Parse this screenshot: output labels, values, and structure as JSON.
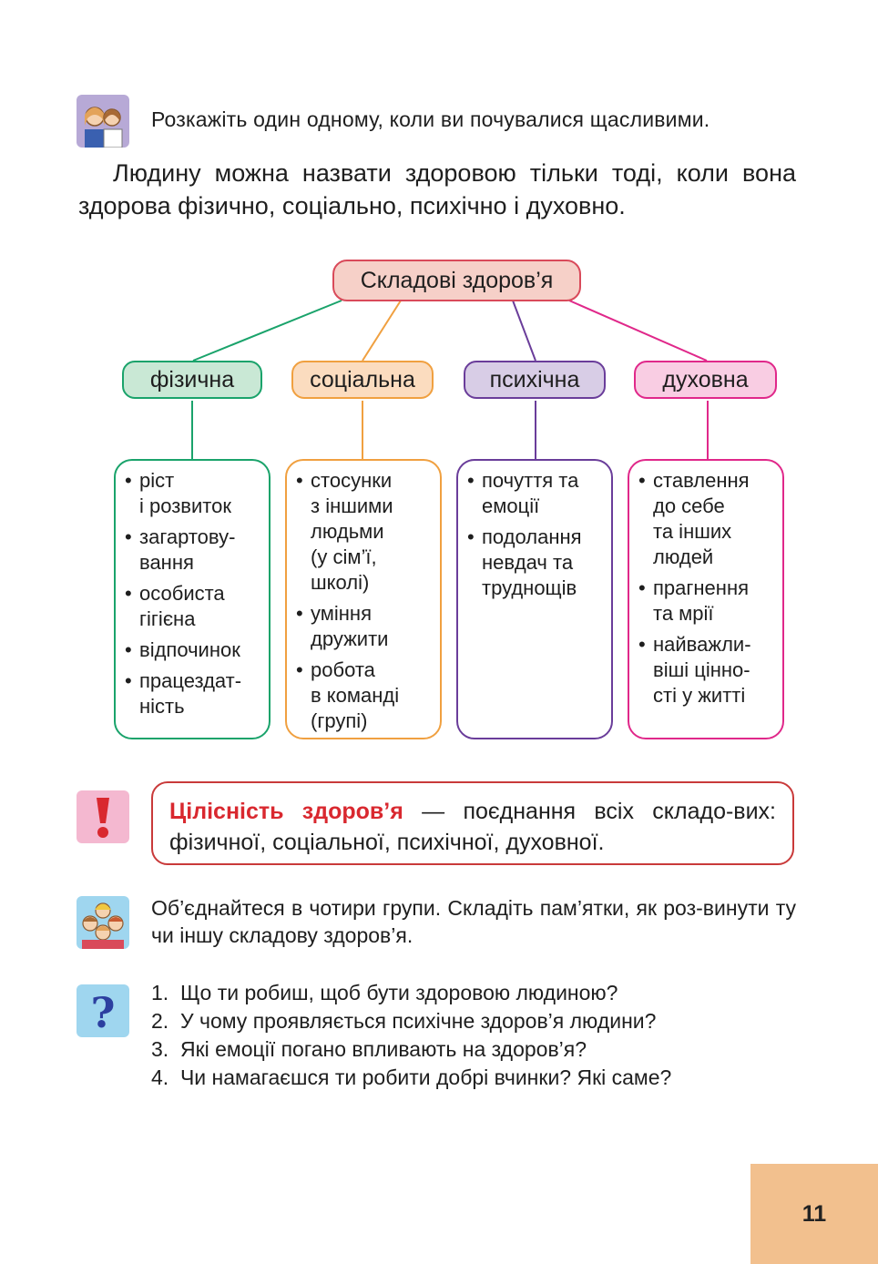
{
  "intro_text": "Розкажіть один одному, коли ви почувалися щасливими.",
  "paragraph": "Людину можна назвати здоровою тільки тоді, коли вона здорова фізично, соціально, психічно і духовно.",
  "diagram": {
    "root": "Складові здоров’я",
    "branches": [
      {
        "label": "фізична",
        "color": "#1aa36b",
        "fill": "#c9e8d5",
        "items": [
          "ріст\nі розвиток",
          "загартову-\nвання",
          "особиста\nгігієна",
          "відпочинок",
          "працездат-\nність"
        ]
      },
      {
        "label": "соціальна",
        "color": "#f0a040",
        "fill": "#fbdcbf",
        "items": [
          "стосунки\nз іншими\nлюдьми\n(у сім’ї,\nшколі)",
          "уміння\nдружити",
          "робота\nв команді\n(групі)"
        ]
      },
      {
        "label": "психічна",
        "color": "#6a3d9a",
        "fill": "#d8cde6",
        "items": [
          "почуття та\nемоції",
          "подолання\nневдач та\nтруднощів"
        ]
      },
      {
        "label": "духовна",
        "color": "#e0288a",
        "fill": "#f9cde3",
        "items": [
          "ставлення\nдо себе\nта інших\nлюдей",
          "прагнення\nта мрії",
          "найважли-\nвіші цінно-\nсті у житті"
        ]
      }
    ],
    "root_color": "#d94a5a",
    "root_fill": "#f6d0c8"
  },
  "definition": {
    "term": "Цілісність здоров’я",
    "text": " — поєднання всіх складо-вих: фізичної, соціальної, психічної, духовної."
  },
  "group_task": "Об’єднайтеся в чотири групи. Складіть пам’ятки, як роз-винути ту чи іншу складову здоров’я.",
  "questions": [
    "1.  Що ти робиш, щоб бути здоровою людиною?",
    "2.  У чому проявляється психічне здоров’я людини?",
    "3.  Які емоції погано впливають на здоров’я?",
    "4.  Чи намагаєшся ти робити добрі вчинки? Які саме?"
  ],
  "page_number": "11",
  "icons": [
    "pair-talk-icon",
    "exclamation-icon",
    "group-icon",
    "question-icon"
  ]
}
